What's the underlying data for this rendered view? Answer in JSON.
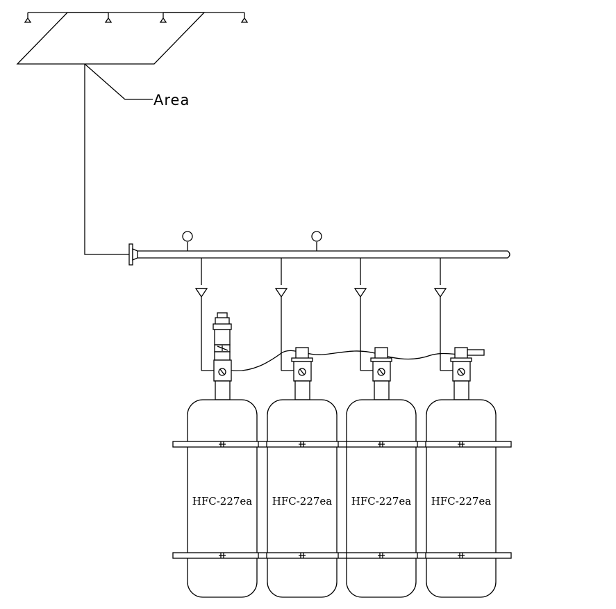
{
  "labels": {
    "area": "Area"
  },
  "cylinders": [
    {
      "label": "HFC-227ea",
      "actuator": "solenoid"
    },
    {
      "label": "HFC-227ea",
      "actuator": "pneumatic"
    },
    {
      "label": "HFC-227ea",
      "actuator": "pneumatic"
    },
    {
      "label": "HFC-227ea",
      "actuator": "pneumatic-end"
    }
  ],
  "manifold": {
    "pressure_gauges": 2
  },
  "colors": {
    "line": "#000000",
    "background": "#ffffff"
  }
}
